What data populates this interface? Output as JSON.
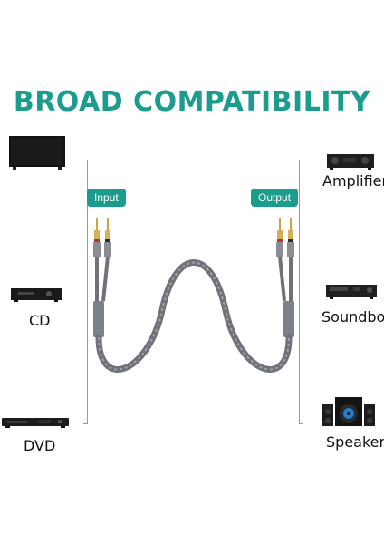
{
  "heading": "BROAD COMPATIBILITY",
  "accent_color": "#1c9c8c",
  "badges": {
    "input": "Input",
    "output": "Output"
  },
  "left_devices": [
    {
      "label": "",
      "icon": "tv-icon"
    },
    {
      "label": "CD",
      "icon": "cd-player-icon"
    },
    {
      "label": "DVD",
      "icon": "dvd-player-icon"
    }
  ],
  "right_devices": [
    {
      "label": "Amplifier",
      "icon": "amplifier-icon"
    },
    {
      "label": "Soundbox",
      "icon": "soundbox-icon"
    },
    {
      "label": "Speaker",
      "icon": "speaker-icon"
    }
  ],
  "cable_icon": "rca-cable-icon"
}
